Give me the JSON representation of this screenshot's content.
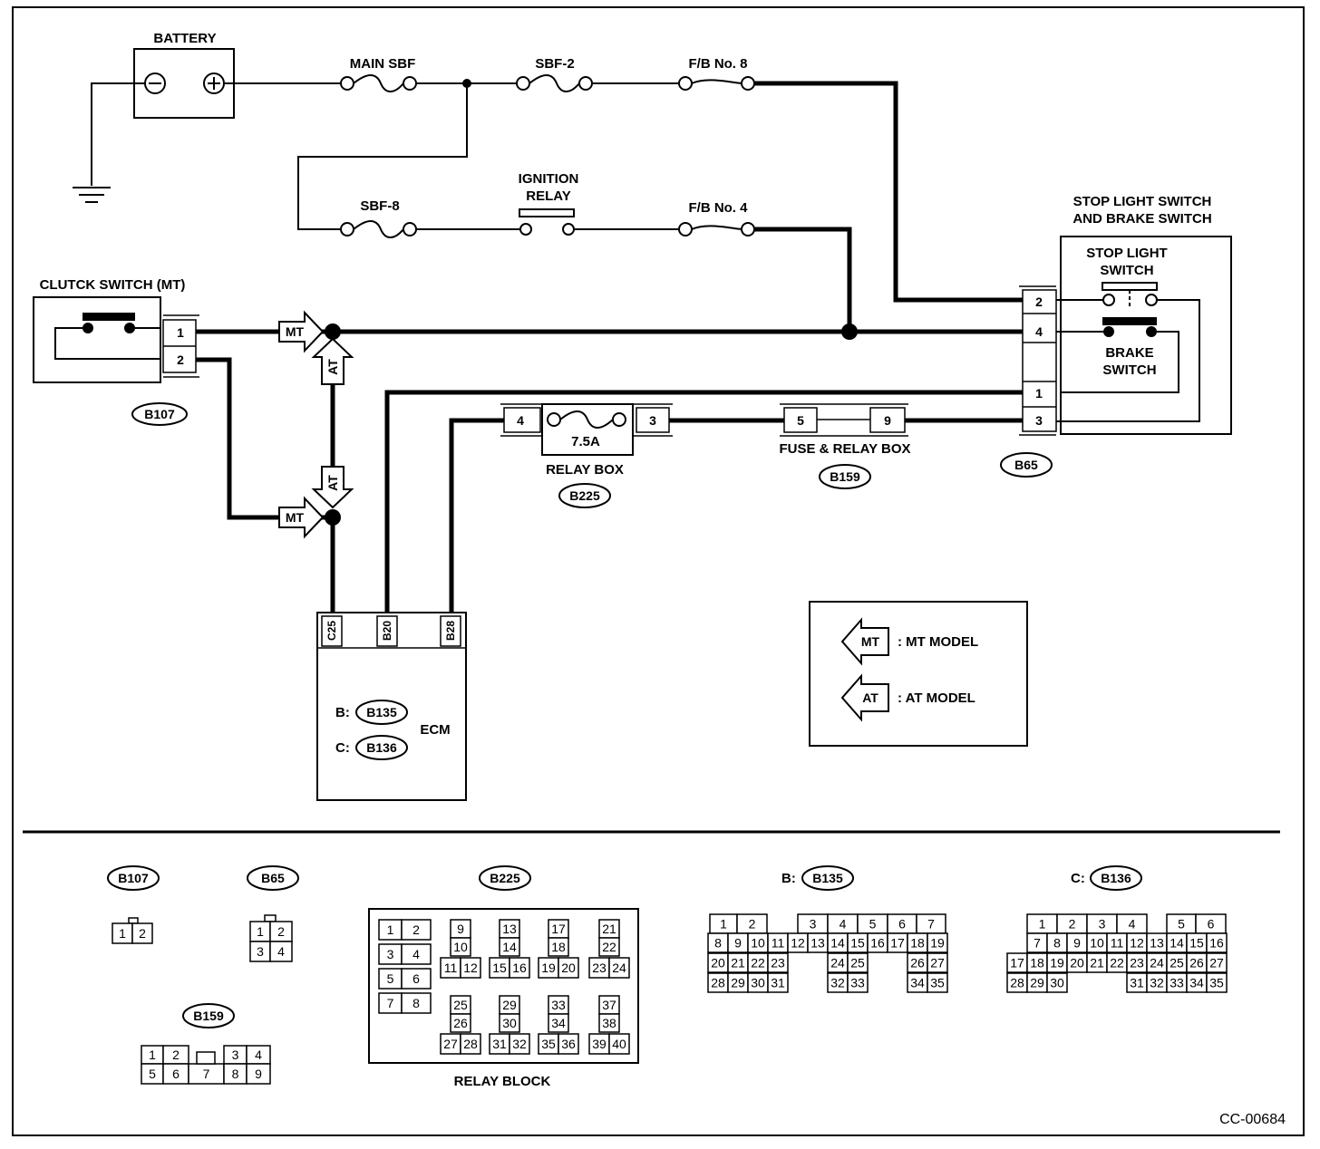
{
  "labels": {
    "battery": "BATTERY",
    "main_sbf": "MAIN SBF",
    "sbf2": "SBF-2",
    "fb8": "F/B  No. 8",
    "sbf8": "SBF-8",
    "ignition_relay_1": "IGNITION",
    "ignition_relay_2": "RELAY",
    "fb4": "F/B  No. 4",
    "stop_switch_title_1": "STOP LIGHT SWITCH",
    "stop_switch_title_2": "AND BRAKE SWITCH",
    "stop_light_1": "STOP LIGHT",
    "stop_light_2": "SWITCH",
    "brake_1": "BRAKE",
    "brake_2": "SWITCH",
    "clutch_switch": "CLUTCK SWITCH (MT)",
    "fuse_value": "7.5A",
    "relay_box": "RELAY BOX",
    "fuse_relay_box": "FUSE & RELAY BOX",
    "ecm": "ECM",
    "ecm_b_prefix": "B:",
    "ecm_c_prefix": "C:",
    "mt": "MT",
    "at": "AT",
    "legend_mt": ": MT MODEL",
    "legend_at": ": AT MODEL",
    "relay_block": "RELAY BLOCK",
    "figure_code": "CC-00684"
  },
  "connectors": {
    "b107": "B107",
    "b65": "B65",
    "b225": "B225",
    "b159": "B159",
    "b135": "B135",
    "b136": "B136"
  },
  "pins": {
    "clutch": [
      "1",
      "2"
    ],
    "b65": [
      "2",
      "4",
      "1",
      "3"
    ],
    "relay_box": [
      "4",
      "3"
    ],
    "fuse_relay_box": [
      "5",
      "9"
    ],
    "ecm": [
      "C25",
      "B20",
      "B28"
    ]
  },
  "connector_views": {
    "b107": "B107",
    "b65": "B65",
    "b225": "B225",
    "b135_prefix": "B:",
    "b135": "B135",
    "b136_prefix": "C:",
    "b136": "B136",
    "b159": "B159"
  },
  "pin_grids": {
    "b107": [
      "1",
      "2"
    ],
    "b65": [
      "1",
      "2",
      "3",
      "4"
    ],
    "b159": [
      "1",
      "2",
      "3",
      "4",
      "5",
      "6",
      "7",
      "8",
      "9"
    ],
    "b225_left": [
      "1",
      "2",
      "3",
      "4",
      "5",
      "6",
      "7",
      "8"
    ],
    "b225_groups": [
      [
        "9",
        "10",
        "11",
        "12"
      ],
      [
        "13",
        "14",
        "15",
        "16"
      ],
      [
        "17",
        "18",
        "19",
        "20"
      ],
      [
        "21",
        "22",
        "23",
        "24"
      ],
      [
        "25",
        "26",
        "27",
        "28"
      ],
      [
        "29",
        "30",
        "31",
        "32"
      ],
      [
        "33",
        "34",
        "35",
        "36"
      ],
      [
        "37",
        "38",
        "39",
        "40"
      ]
    ],
    "b135": [
      "1",
      "2",
      "3",
      "4",
      "5",
      "6",
      "7",
      "8",
      "9",
      "10",
      "11",
      "12",
      "13",
      "14",
      "15",
      "16",
      "17",
      "18",
      "19",
      "20",
      "21",
      "22",
      "23",
      "24",
      "25",
      "26",
      "27",
      "28",
      "29",
      "30",
      "31",
      "32",
      "33",
      "34",
      "35"
    ],
    "b136": [
      "1",
      "2",
      "3",
      "4",
      "5",
      "6",
      "7",
      "8",
      "9",
      "10",
      "11",
      "12",
      "13",
      "14",
      "15",
      "16",
      "17",
      "18",
      "19",
      "20",
      "21",
      "22",
      "23",
      "24",
      "25",
      "26",
      "27",
      "28",
      "29",
      "30",
      "31",
      "32",
      "33",
      "34",
      "35"
    ]
  }
}
